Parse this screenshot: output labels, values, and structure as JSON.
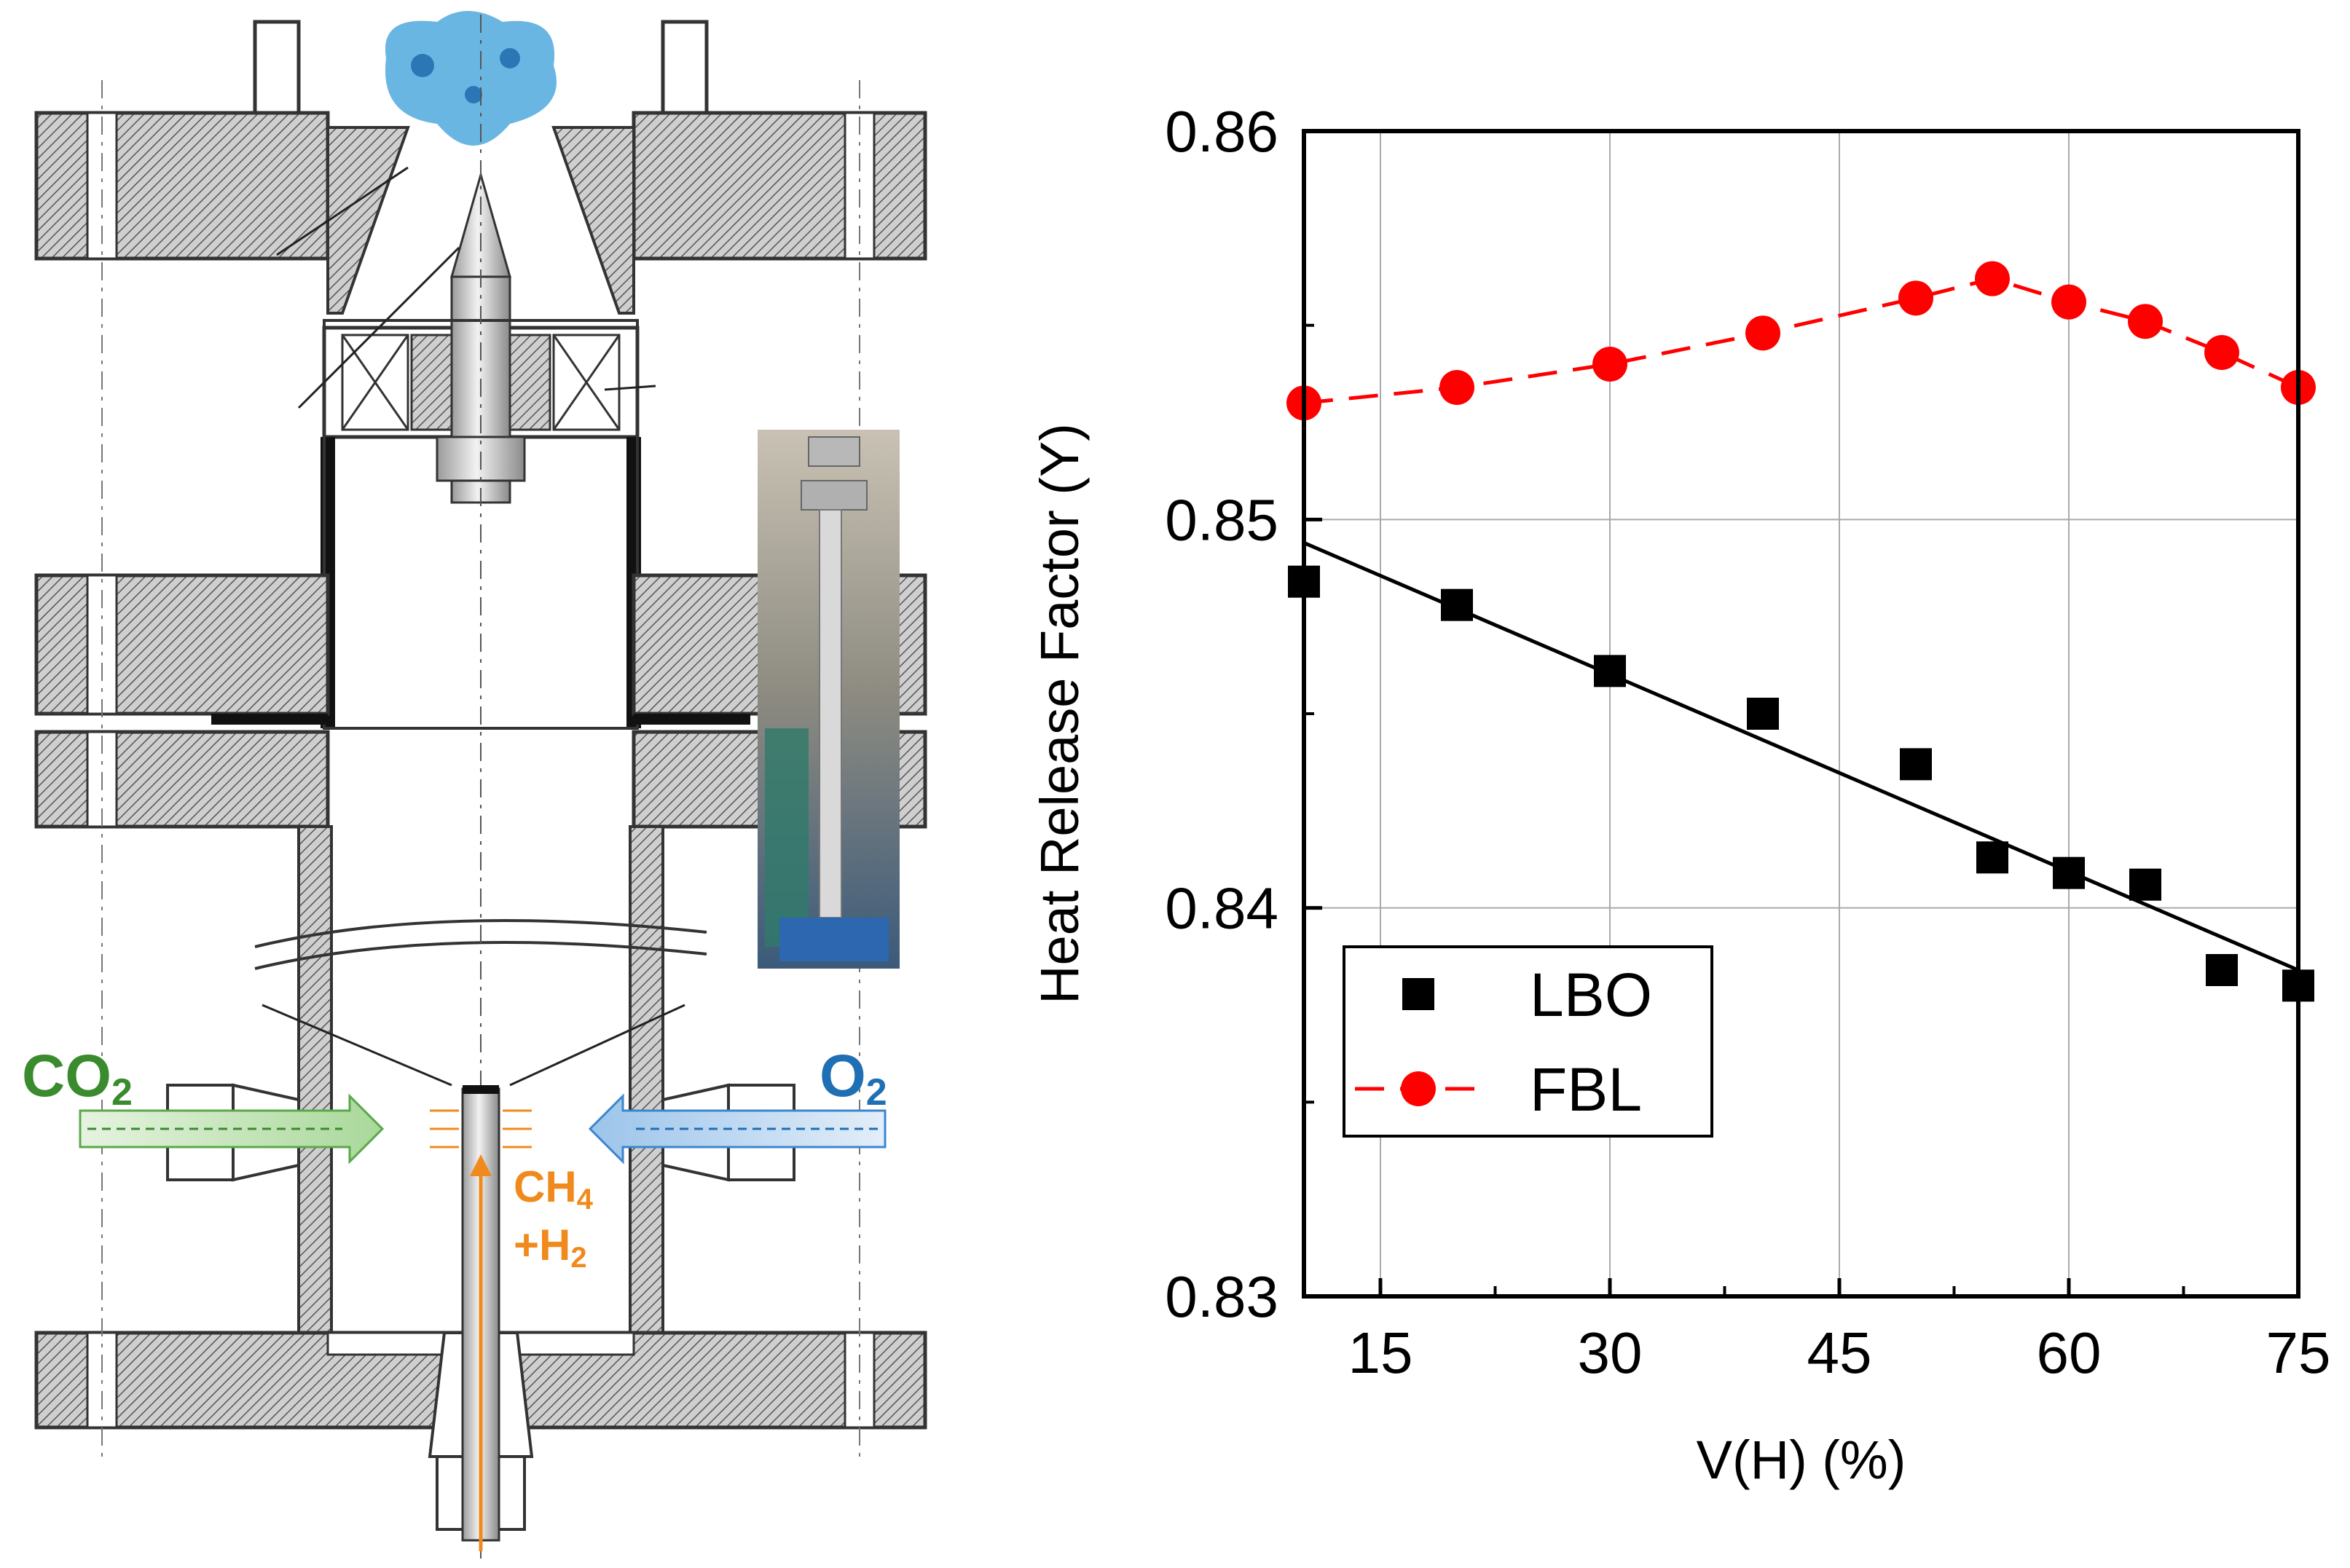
{
  "diagram": {
    "labels": {
      "co2": "CO",
      "co2_sub": "2",
      "o2": "O",
      "o2_sub": "2",
      "fuel_line1": "CH",
      "fuel_line1_sub": "4",
      "fuel_line2": "+H",
      "fuel_line2_sub": "2"
    },
    "colors": {
      "co2": "#3a8a2e",
      "o2": "#1f6fb5",
      "fuel": "#f08a1c",
      "hatch": "#444444",
      "flame": "#5aaee0"
    },
    "photo_icon": "burner-photo"
  },
  "chart_data": {
    "type": "scatter",
    "title": "",
    "xlabel": "V(H) (%)",
    "ylabel": "Heat Release Factor (Y)",
    "xlim": [
      10,
      75
    ],
    "ylim": [
      0.83,
      0.86
    ],
    "xticks": [
      15,
      30,
      45,
      60,
      75
    ],
    "yticks": [
      0.83,
      0.84,
      0.85,
      0.86
    ],
    "xtick_labels": [
      "15",
      "30",
      "45",
      "60",
      "75"
    ],
    "ytick_labels": [
      "0.83",
      "0.84",
      "0.85",
      "0.86"
    ],
    "grid": true,
    "legend_position": "bottom-left",
    "series": [
      {
        "name": "LBO",
        "marker": "square",
        "color": "#000000",
        "x": [
          10,
          20,
          30,
          40,
          50,
          55,
          60,
          65,
          70,
          75
        ],
        "y": [
          0.8484,
          0.8478,
          0.8461,
          0.845,
          0.8437,
          0.8413,
          0.8409,
          0.8406,
          0.8384,
          0.838
        ],
        "fit": {
          "x": [
            10,
            75
          ],
          "y": [
            0.8494,
            0.8384
          ],
          "style": "solid"
        }
      },
      {
        "name": "FBL",
        "marker": "circle",
        "color": "#ff0000",
        "line": "dashed",
        "x": [
          10,
          20,
          30,
          40,
          50,
          55,
          60,
          65,
          70,
          75
        ],
        "y": [
          0.853,
          0.8534,
          0.854,
          0.8548,
          0.8557,
          0.8562,
          0.8556,
          0.8551,
          0.8543,
          0.8534
        ]
      }
    ]
  }
}
